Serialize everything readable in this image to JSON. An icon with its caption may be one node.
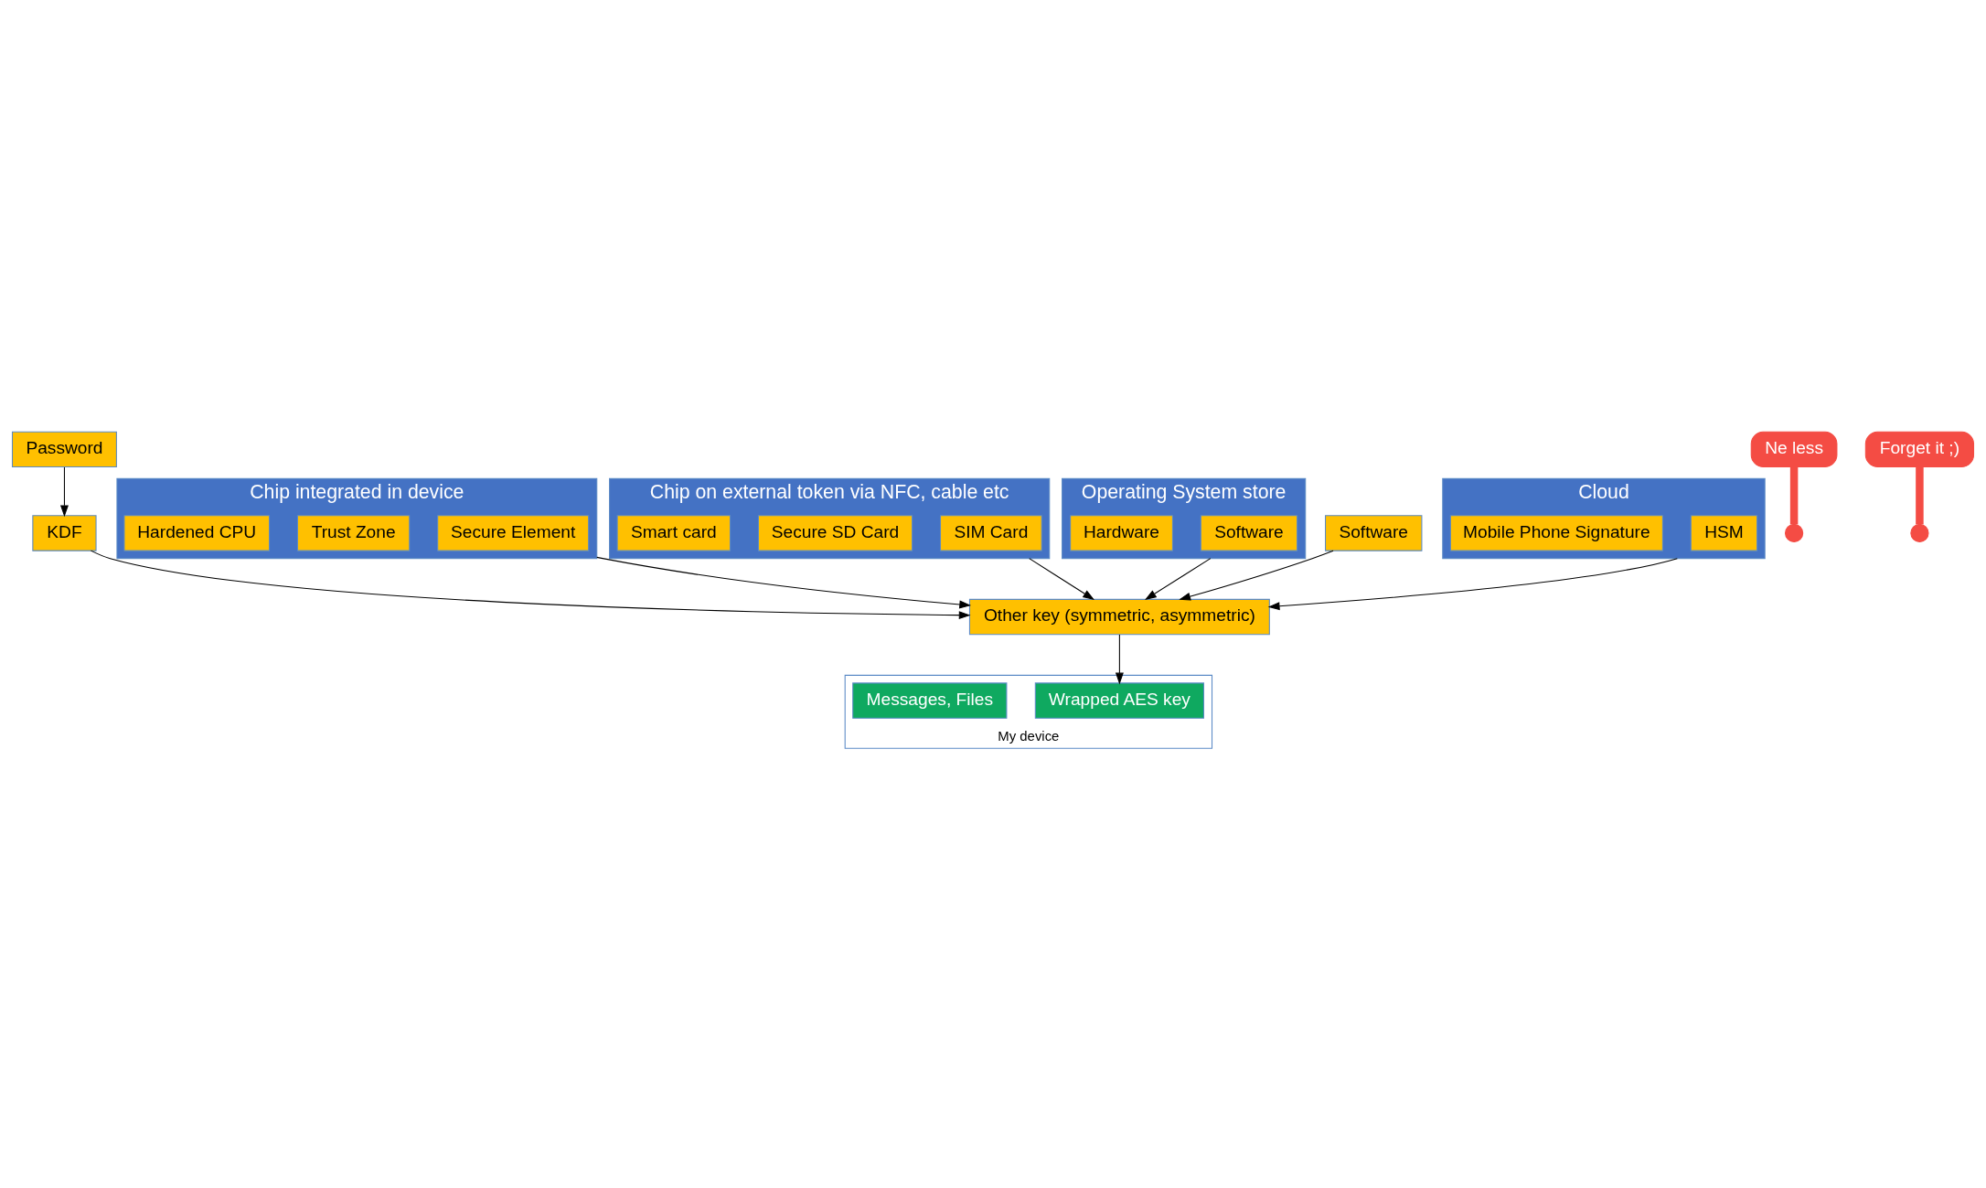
{
  "diagram": {
    "nodes": [
      {
        "text": [
          "Password"
        ]
      },
      {
        "text": [
          "KDF"
        ]
      },
      {
        "text": [
          "Chip integrated in device"
        ]
      },
      {
        "text": [
          "Secure Element"
        ],
        "in": 2
      },
      {
        "text": [
          "Trust Zone"
        ],
        "in": 2
      },
      {
        "text": [
          "Hardened CPU"
        ],
        "in": 2
      },
      {
        "text": [
          "Chip on external token via NFC, cable etc"
        ]
      },
      {
        "text": [
          "SIM Card"
        ],
        "in": 6
      },
      {
        "text": [
          "Secure SD Card"
        ],
        "in": 6
      },
      {
        "text": [
          "Smart card"
        ],
        "in": 6
      },
      {
        "text": [
          "Ne less"
        ]
      },
      {
        "text": [],
        "shape": "circle"
      },
      {
        "text": [
          "Operating System store"
        ]
      },
      {
        "text": [
          "Software"
        ],
        "in": 12
      },
      {
        "text": [
          "Hardware"
        ],
        "in": 12
      },
      {
        "text": [
          "Other key (symmetric, asymmetric)"
        ]
      },
      {
        "text": [
          "Software"
        ]
      },
      {
        "text": [],
        "shape": "circle"
      },
      {
        "text": [
          "Forget it ;)"
        ]
      },
      {
        "text": [
          "My device"
        ]
      },
      {
        "text": [
          "Wrapped AES key"
        ],
        "in": 19
      },
      {
        "text": [
          "Messages, Files"
        ],
        "in": 19
      },
      {
        "text": [
          "Cloud"
        ]
      },
      {
        "text": [
          "HSM"
        ],
        "in": 22
      },
      {
        "text": [
          "Mobile Phone Signature"
        ],
        "in": 22
      }
    ],
    "edges": [
      {
        "from": 0,
        "to": 1,
        "arrow": "to"
      },
      {
        "from": 1,
        "to": 15,
        "arrow": "to"
      },
      {
        "from": 2,
        "to": 15,
        "arrow": "to"
      },
      {
        "from": 6,
        "to": 15,
        "arrow": "to"
      },
      {
        "from": 12,
        "to": 15,
        "arrow": "to"
      },
      {
        "from": 16,
        "to": 15,
        "arrow": "to"
      },
      {
        "from": 22,
        "to": 15,
        "arrow": "to"
      },
      {
        "from": 15,
        "to": 20,
        "arrow": "to"
      },
      {
        "from": 10,
        "to": 11,
        "arrow": "none",
        "style": "thick",
        "color": "#f44c44"
      },
      {
        "from": 18,
        "to": 17,
        "arrow": "none",
        "style": "thick",
        "color": "#f44c44"
      }
    ]
  }
}
